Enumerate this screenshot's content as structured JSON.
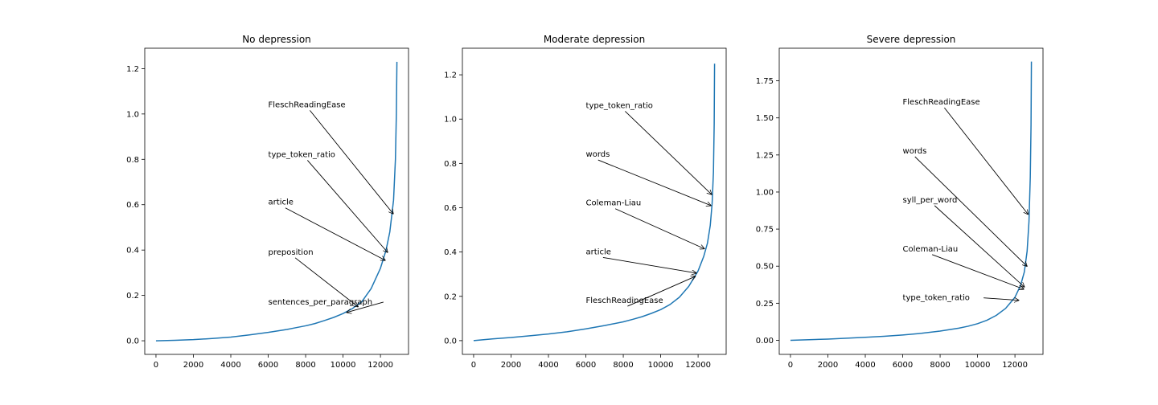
{
  "chart_data": [
    {
      "type": "line",
      "title": "No depression",
      "color": "#1f77b4",
      "xlim": [
        -600,
        13500
      ],
      "ylim": [
        -0.06,
        1.29
      ],
      "xticks": [
        0,
        2000,
        4000,
        6000,
        8000,
        10000,
        12000
      ],
      "yticks": [
        0.0,
        0.2,
        0.4,
        0.6,
        0.8,
        1.0,
        1.2
      ],
      "ytick_labels": [
        "0.0",
        "0.2",
        "0.4",
        "0.6",
        "0.8",
        "1.0",
        "1.2"
      ],
      "x": [
        0,
        1000,
        2000,
        3000,
        4000,
        5000,
        6000,
        7000,
        7500,
        8000,
        8500,
        9000,
        9500,
        10000,
        10500,
        11000,
        11500,
        12000,
        12300,
        12500,
        12700,
        12800,
        12850,
        12880
      ],
      "y": [
        0.0,
        0.002,
        0.005,
        0.01,
        0.016,
        0.026,
        0.037,
        0.05,
        0.058,
        0.066,
        0.076,
        0.089,
        0.103,
        0.12,
        0.142,
        0.172,
        0.23,
        0.32,
        0.4,
        0.48,
        0.62,
        0.8,
        1.0,
        1.23
      ],
      "annotations": [
        {
          "text": "FleschReadingEase",
          "xytext": [
            6000,
            1.03
          ],
          "xy": [
            12680,
            0.56
          ]
        },
        {
          "text": "type_token_ratio",
          "xytext": [
            6000,
            0.81
          ],
          "xy": [
            12380,
            0.39
          ]
        },
        {
          "text": "article",
          "xytext": [
            6000,
            0.6
          ],
          "xy": [
            12250,
            0.355
          ]
        },
        {
          "text": "preposition",
          "xytext": [
            6000,
            0.38
          ],
          "xy": [
            10800,
            0.15
          ]
        },
        {
          "text": "sentences_per_paragraph",
          "xytext": [
            6000,
            0.16
          ],
          "xy": [
            10200,
            0.125
          ]
        }
      ]
    },
    {
      "type": "line",
      "title": "Moderate depression",
      "color": "#1f77b4",
      "xlim": [
        -600,
        13500
      ],
      "ylim": [
        -0.062,
        1.32
      ],
      "xticks": [
        0,
        2000,
        4000,
        6000,
        8000,
        10000,
        12000
      ],
      "yticks": [
        0.0,
        0.2,
        0.4,
        0.6,
        0.8,
        1.0,
        1.2
      ],
      "ytick_labels": [
        "0.0",
        "0.2",
        "0.4",
        "0.6",
        "0.8",
        "1.0",
        "1.2"
      ],
      "x": [
        0,
        1000,
        2000,
        3000,
        4000,
        5000,
        6000,
        7000,
        8000,
        8500,
        9000,
        9500,
        10000,
        10500,
        11000,
        11500,
        12000,
        12300,
        12500,
        12650,
        12750,
        12820,
        12860,
        12880
      ],
      "y": [
        0.0,
        0.008,
        0.014,
        0.022,
        0.03,
        0.04,
        0.053,
        0.068,
        0.085,
        0.096,
        0.108,
        0.123,
        0.14,
        0.163,
        0.196,
        0.245,
        0.315,
        0.38,
        0.44,
        0.52,
        0.62,
        0.76,
        0.98,
        1.25
      ],
      "annotations": [
        {
          "text": "type_token_ratio",
          "xytext": [
            6000,
            1.05
          ],
          "xy": [
            12720,
            0.66
          ]
        },
        {
          "text": "words",
          "xytext": [
            6000,
            0.83
          ],
          "xy": [
            12680,
            0.61
          ]
        },
        {
          "text": "Coleman-Liau",
          "xytext": [
            6000,
            0.61
          ],
          "xy": [
            12330,
            0.415
          ]
        },
        {
          "text": "article",
          "xytext": [
            6000,
            0.39
          ],
          "xy": [
            11900,
            0.305
          ]
        },
        {
          "text": "FleschReadingEase",
          "xytext": [
            6000,
            0.17
          ],
          "xy": [
            11850,
            0.29
          ]
        }
      ]
    },
    {
      "type": "line",
      "title": "Severe depression",
      "color": "#1f77b4",
      "xlim": [
        -600,
        13500
      ],
      "ylim": [
        -0.095,
        1.97
      ],
      "xticks": [
        0,
        2000,
        4000,
        6000,
        8000,
        10000,
        12000
      ],
      "yticks": [
        0.0,
        0.25,
        0.5,
        0.75,
        1.0,
        1.25,
        1.5,
        1.75
      ],
      "ytick_labels": [
        "0.00",
        "0.25",
        "0.50",
        "0.75",
        "1.00",
        "1.25",
        "1.50",
        "1.75"
      ],
      "x": [
        0,
        1000,
        2000,
        3000,
        4000,
        5000,
        6000,
        7000,
        8000,
        9000,
        9500,
        10000,
        10500,
        11000,
        11500,
        12000,
        12300,
        12500,
        12650,
        12750,
        12820,
        12860,
        12880
      ],
      "y": [
        0.0,
        0.004,
        0.008,
        0.014,
        0.02,
        0.027,
        0.036,
        0.047,
        0.062,
        0.082,
        0.095,
        0.112,
        0.135,
        0.168,
        0.215,
        0.29,
        0.37,
        0.46,
        0.6,
        0.8,
        1.1,
        1.45,
        1.88
      ],
      "annotations": [
        {
          "text": "FleschReadingEase",
          "xytext": [
            6000,
            1.59
          ],
          "xy": [
            12700,
            0.85
          ]
        },
        {
          "text": "words",
          "xytext": [
            6000,
            1.26
          ],
          "xy": [
            12640,
            0.5
          ]
        },
        {
          "text": "syll_per_word",
          "xytext": [
            6000,
            0.93
          ],
          "xy": [
            12500,
            0.36
          ]
        },
        {
          "text": "Coleman-Liau",
          "xytext": [
            6000,
            0.6
          ],
          "xy": [
            12470,
            0.345
          ]
        },
        {
          "text": "type_token_ratio",
          "xytext": [
            6000,
            0.27
          ],
          "xy": [
            12200,
            0.27
          ]
        }
      ]
    }
  ]
}
